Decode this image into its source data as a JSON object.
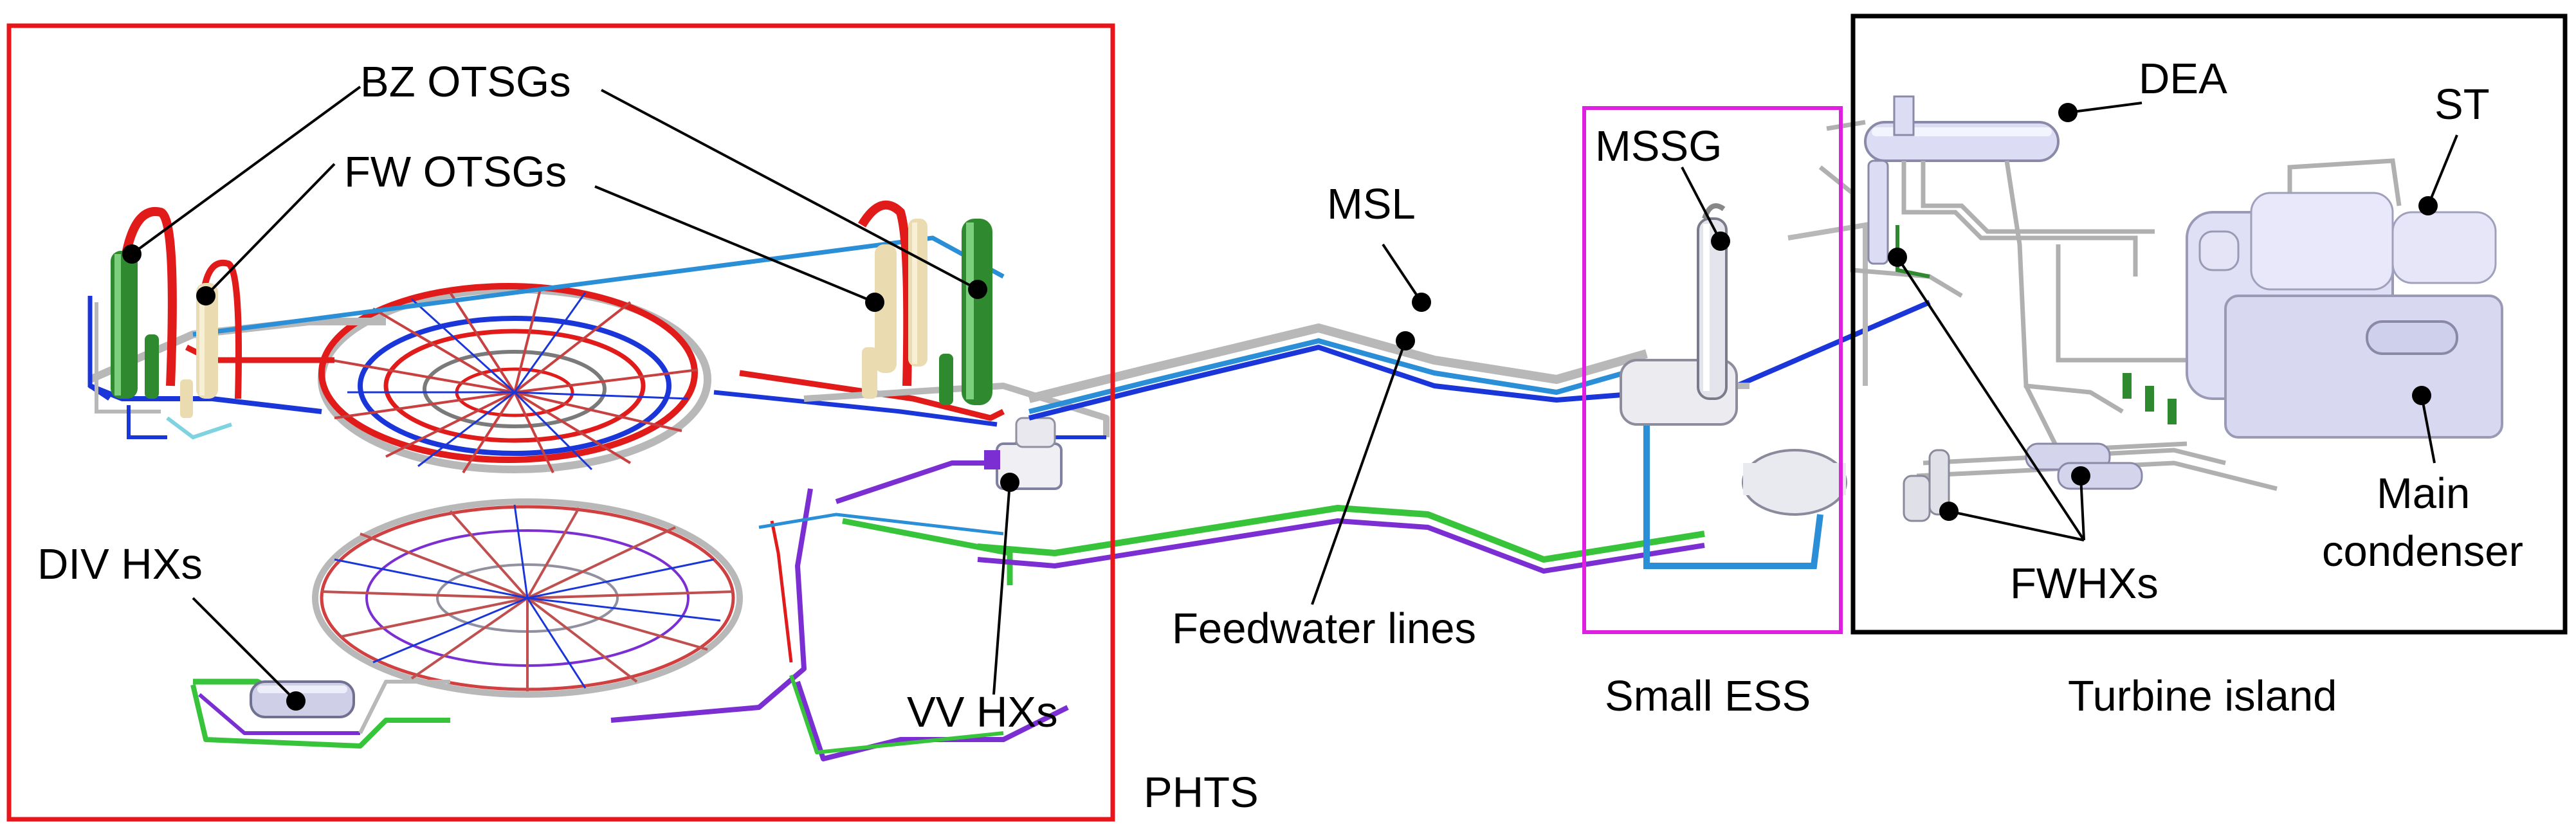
{
  "labels": {
    "bz_otsgs": "BZ OTSGs",
    "fw_otsgs": "FW OTSGs",
    "div_hxs": "DIV HXs",
    "vv_hxs": "VV HXs",
    "phts": "PHTS",
    "msl": "MSL",
    "feedwater_lines": "Feedwater lines",
    "mssg": "MSSG",
    "small_ess": "Small ESS",
    "dea": "DEA",
    "st": "ST",
    "main_condenser_line1": "Main",
    "main_condenser_line2": "condenser",
    "fwhxs": "FWHXs",
    "turbine_island": "Turbine island"
  },
  "colors": {
    "phts_box": "#e8151b",
    "ess_box": "#e020e0",
    "turbine_box": "#000000",
    "hot_pipe": "#e11a1a",
    "cold_pipe": "#1a35d8",
    "steam_pipe": "#2a8fd6",
    "generator_green": "#2f8a2f",
    "feed_green": "#37c43a",
    "div_purple": "#7b2fd2",
    "equipment_tan": "#eadcb0",
    "turbine_equipment": "#d9daf2",
    "grey_pipe": "#b8b8b8"
  }
}
